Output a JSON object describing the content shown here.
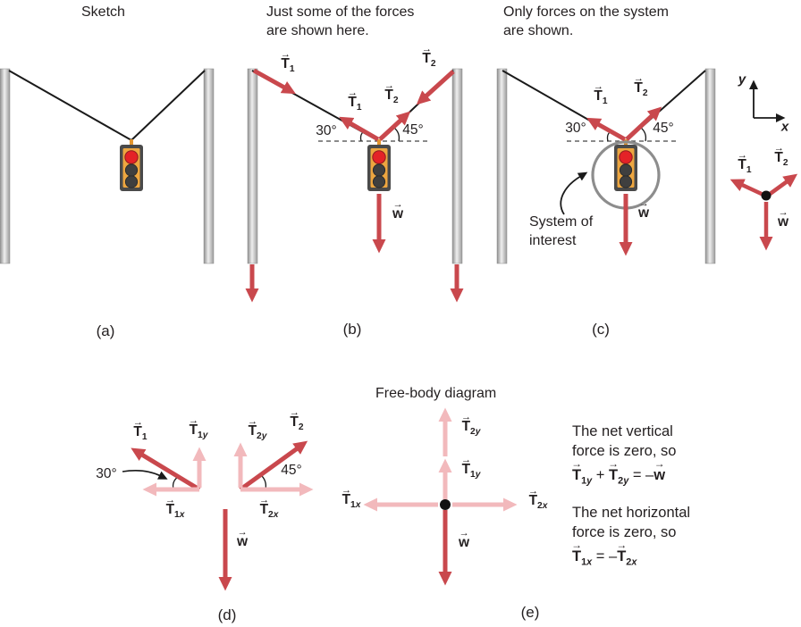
{
  "vec_arrow": "→",
  "panels": {
    "a": {
      "title": "Sketch",
      "caption": "(a)"
    },
    "b": {
      "title_line1": "Just some of the forces",
      "title_line2": "are shown here.",
      "caption": "(b)",
      "angle_left": "30°",
      "angle_right": "45°"
    },
    "c": {
      "title_line1": "Only forces on the system",
      "title_line2": "are shown.",
      "caption": "(c)",
      "angle_left": "30°",
      "angle_right": "45°",
      "system_line1": "System of",
      "system_line2": "interest"
    },
    "d": {
      "caption": "(d)",
      "angle_left": "30°",
      "angle_right": "45°"
    },
    "e": {
      "title": "Free-body diagram",
      "caption": "(e)"
    }
  },
  "axes": {
    "x": "x",
    "y": "y"
  },
  "forces": {
    "T1": {
      "base": "T",
      "sub_num": "1",
      "sub_var": ""
    },
    "T2": {
      "base": "T",
      "sub_num": "2",
      "sub_var": ""
    },
    "T1x": {
      "base": "T",
      "sub_num": "1",
      "sub_var": "x"
    },
    "T1y": {
      "base": "T",
      "sub_num": "1",
      "sub_var": "y"
    },
    "T2x": {
      "base": "T",
      "sub_num": "2",
      "sub_var": "x"
    },
    "T2y": {
      "base": "T",
      "sub_num": "2",
      "sub_var": "y"
    },
    "w": {
      "base": "w",
      "sub_num": "",
      "sub_var": ""
    }
  },
  "notes": {
    "vertical": {
      "line1": "The net vertical",
      "line2": "force is zero, so",
      "eq": [
        {
          "f": "T1y"
        },
        {
          "t": " + "
        },
        {
          "f": "T2y"
        },
        {
          "t": " = –"
        },
        {
          "f": "w"
        }
      ]
    },
    "horizontal": {
      "line1": "The net horizontal",
      "line2": "force is zero, so",
      "eq": [
        {
          "f": "T1x"
        },
        {
          "t": " = –"
        },
        {
          "f": "T2x"
        }
      ]
    }
  },
  "colors": {
    "arrow_red": "#c9484d",
    "arrow_pink": "#f2b9bc",
    "traffic_light_orange": "#eda640",
    "traffic_light_red_lamp": "#e42227",
    "line_black": "#1a1a1a"
  }
}
